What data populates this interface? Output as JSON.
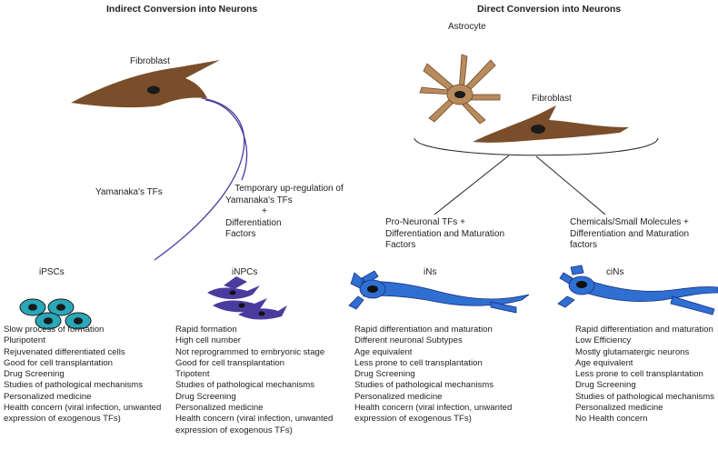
{
  "headers": {
    "indirect": "Indirect Conversion into Neurons",
    "direct": "Direct Conversion into Neurons"
  },
  "cells": {
    "fibroblast_left": "Fibroblast",
    "astrocyte": "Astrocyte",
    "fibroblast_right": "Fibroblast"
  },
  "pathways": {
    "yamanaka": "Yamanaka's TFs",
    "temporary": [
      "Temporary up-regulation of",
      "Yamanaka's TFs",
      "+",
      "Differentiation",
      "Factors"
    ],
    "pro_neuronal": [
      "Pro-Neuronal TFs  +",
      "Differentiation and Maturation",
      "Factors"
    ],
    "chemicals": [
      "Chemicals/Small Molecules  +",
      "Differentiation and Maturation",
      "factors"
    ]
  },
  "columns": [
    {
      "title": "iPSCs",
      "items": [
        "Slow process of formation",
        "Pluripotent",
        "Rejuvenated differentiated cells",
        "Good for cell transplantation",
        "Drug Screening",
        "Studies of pathological mechanisms",
        "Personalized medicine",
        "Health concern (viral infection, unwanted",
        "expression of exogenous TFs)"
      ]
    },
    {
      "title": "iNPCs",
      "items": [
        "Rapid formation",
        "High cell number",
        "Not reprogrammed to embryonic stage",
        "Good for cell transplantation",
        "Tripotent",
        "Studies of pathological mechanisms",
        "Drug Screening",
        "Personalized medicine",
        "Health concern (viral infection, unwanted",
        "expression of exogenous TFs)"
      ]
    },
    {
      "title": "iNs",
      "items": [
        "Rapid differentiation and maturation",
        "Different neuronal Subtypes",
        "Age equivalent",
        "Less prone to cell transplantation",
        "Drug Screening",
        "Studies of pathological mechanisms",
        "Personalized medicine",
        "Health concern (viral infection, unwanted",
        "expression of exogenous TFs)"
      ]
    },
    {
      "title": "ciNs",
      "items": [
        "Rapid differentiation and maturation",
        "Low Efficiency",
        "Mostly glutamatergic neurons",
        "Age equivalent",
        "Less prone to cell transplantation",
        "Drug Screening",
        "Studies of pathological mechanisms",
        "Personalized medicine",
        "No Health concern"
      ]
    }
  ],
  "colors": {
    "brown_cell": "#7a4e2a",
    "astro_cell": "#b88a5c",
    "nucleus": "#1a1a1a",
    "ipsc": "#2aa7b8",
    "inpc": "#4a3c9e",
    "neuron": "#2f6fd1",
    "neuron_dark": "#2342a8",
    "arrow_line": "#4a3c9e"
  }
}
